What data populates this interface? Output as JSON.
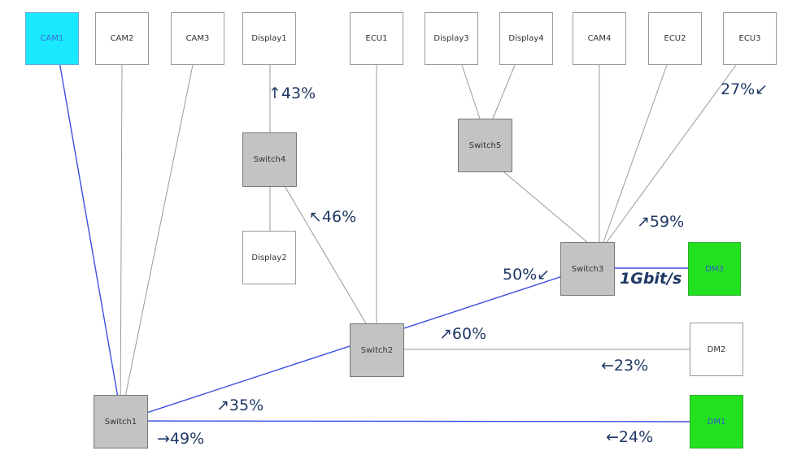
{
  "nodes": {
    "cam1": "CAM1",
    "cam2": "CAM2",
    "cam3": "CAM3",
    "display1": "Display1",
    "ecu1": "ECU1",
    "display3": "Display3",
    "display4": "Display4",
    "cam4": "CAM4",
    "ecu2": "ECU2",
    "ecu3": "ECU3",
    "switch4": "Switch4",
    "switch5": "Switch5",
    "display2": "Display2",
    "switch3": "Switch3",
    "dm3": "DM3",
    "switch2": "Switch2",
    "dm2": "DM2",
    "switch1": "Switch1",
    "dm1": "DM1"
  },
  "labels": {
    "up43": "↑43%",
    "ecu3_27": "27%↙",
    "nw46": "↖46%",
    "ne59": "↗59%",
    "sw50": "50%↙",
    "speed": "1Gbit/s",
    "ne60": "↗60%",
    "left23": "←23%",
    "ne35": "↗35%",
    "right49": "→49%",
    "left24": "←24%"
  },
  "colors": {
    "highlight_source": "#19e8ff",
    "highlight_sink": "#22e11f",
    "switch_fill": "#c3c3c3",
    "path_line": "#3b4fe0",
    "label_text": "#1f3864"
  }
}
